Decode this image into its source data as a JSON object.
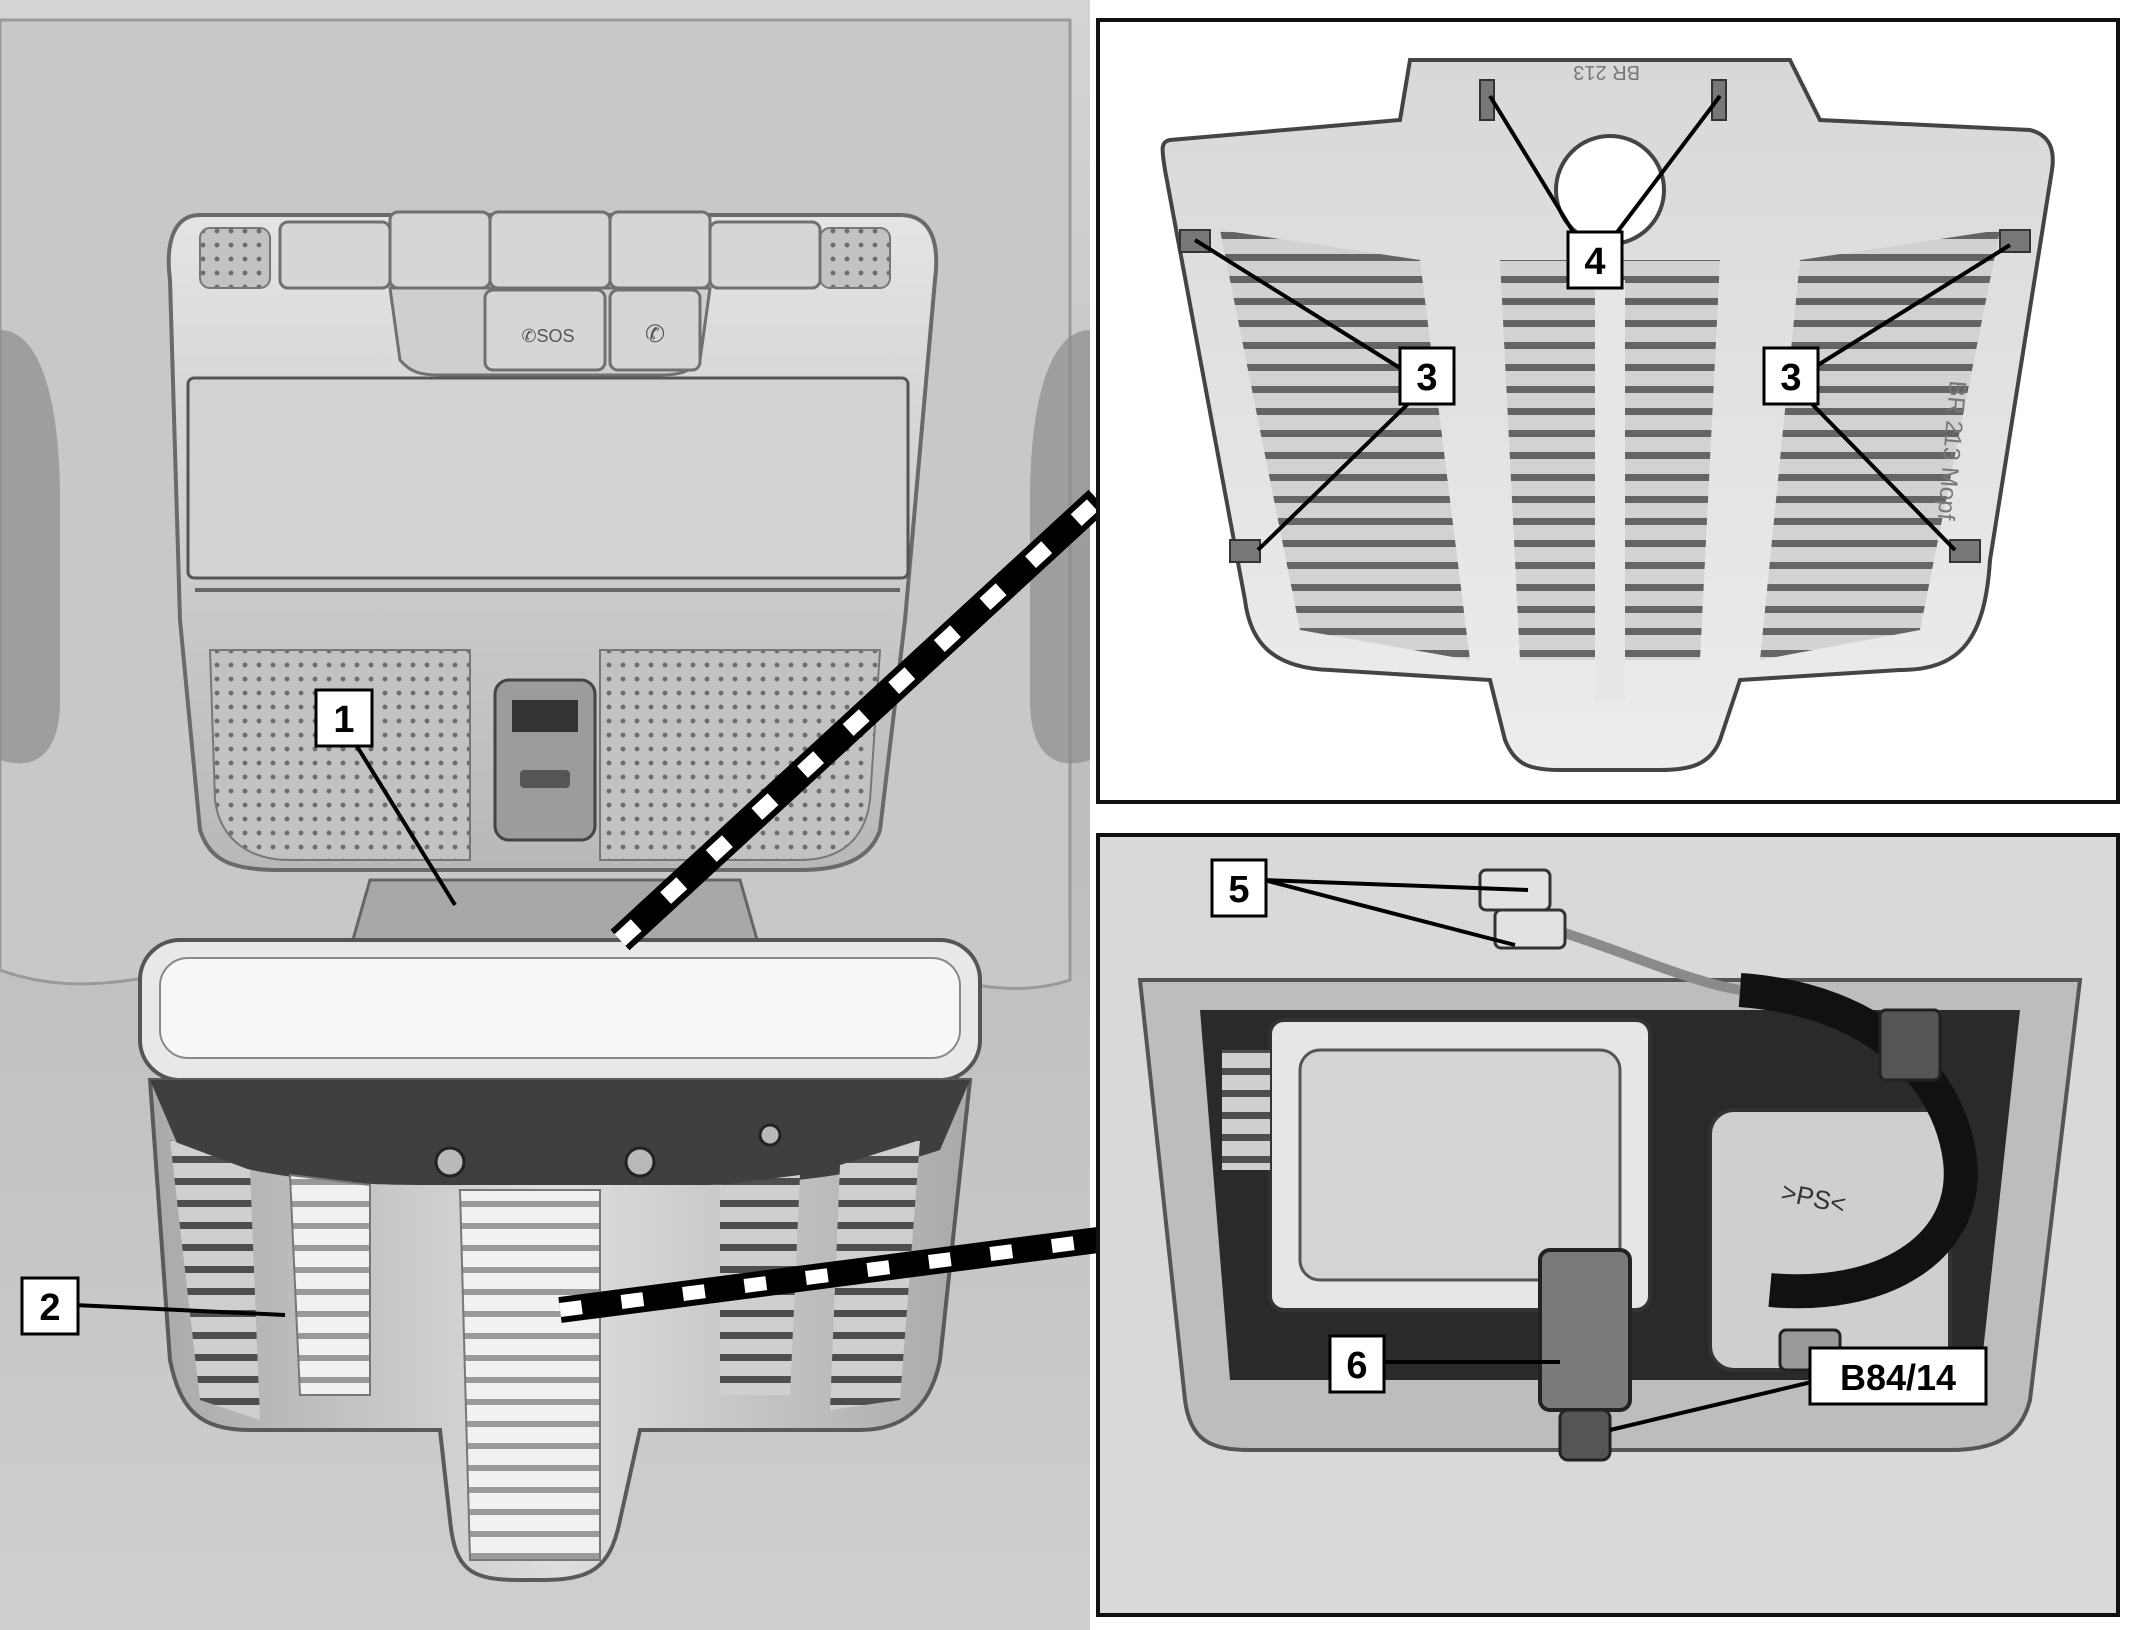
{
  "callouts": {
    "c1": "1",
    "c2": "2",
    "c3_left": "3",
    "c3_right": "3",
    "c4": "4",
    "c5": "5",
    "c6": "6",
    "b84": "B84/14"
  },
  "embossed_text": {
    "part_marking_top": "BR 213",
    "part_marking_side": "BR 213 Mopf",
    "part_marking_detail": ">PS<"
  },
  "icons": [
    "sos-call-icon",
    "roadside-assist-icon",
    "reading-light-icon",
    "speaker-grille-icon"
  ],
  "colors": {
    "background": "#ffffff",
    "panel_border": "#111111",
    "label_box": "#ffffff",
    "label_text": "#000000",
    "render_gray": "#c9c9c9"
  }
}
